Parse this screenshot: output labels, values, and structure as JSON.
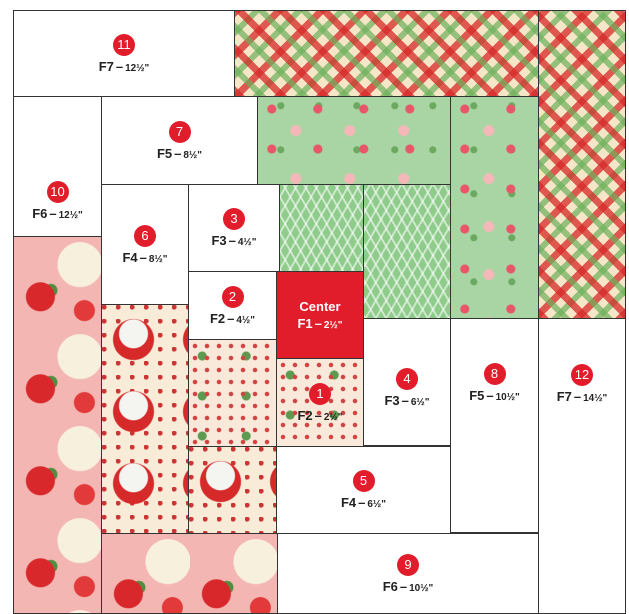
{
  "pieces": {
    "center": {
      "word": "Center",
      "code": "F1",
      "dash": "–",
      "size": "2½\""
    },
    "p1": {
      "num": "1",
      "code": "F2",
      "dash": "–",
      "size": "2½\""
    },
    "p2": {
      "num": "2",
      "code": "F2",
      "dash": "–",
      "size": "4½\""
    },
    "p3": {
      "num": "3",
      "code": "F3",
      "dash": "–",
      "size": "4½\""
    },
    "p4": {
      "num": "4",
      "code": "F3",
      "dash": "–",
      "size": "6½\""
    },
    "p5": {
      "num": "5",
      "code": "F4",
      "dash": "–",
      "size": "6½\""
    },
    "p6": {
      "num": "6",
      "code": "F4",
      "dash": "–",
      "size": "8½\""
    },
    "p7": {
      "num": "7",
      "code": "F5",
      "dash": "–",
      "size": "8½\""
    },
    "p8": {
      "num": "8",
      "code": "F5",
      "dash": "–",
      "size": "10½\""
    },
    "p9": {
      "num": "9",
      "code": "F6",
      "dash": "–",
      "size": "10½\""
    },
    "p10": {
      "num": "10",
      "code": "F6",
      "dash": "–",
      "size": "12½\""
    },
    "p11": {
      "num": "11",
      "code": "F7",
      "dash": "–",
      "size": "12½\""
    },
    "p12": {
      "num": "12",
      "code": "F7",
      "dash": "–",
      "size": "14½\""
    }
  },
  "colors": {
    "badge": "#e21d2b",
    "outline": "#333333",
    "plaid_red": "#d62828",
    "plaid_green": "#6cb05a",
    "mint": "#a9d4a4",
    "pink": "#f3b6b2",
    "cream": "#f8ecd9"
  },
  "fabrics": [
    "red-green-plaid",
    "mint-floral",
    "green-zigzag",
    "poinsettia-pink",
    "santa-cream",
    "red-dot-holly",
    "solid-red"
  ]
}
